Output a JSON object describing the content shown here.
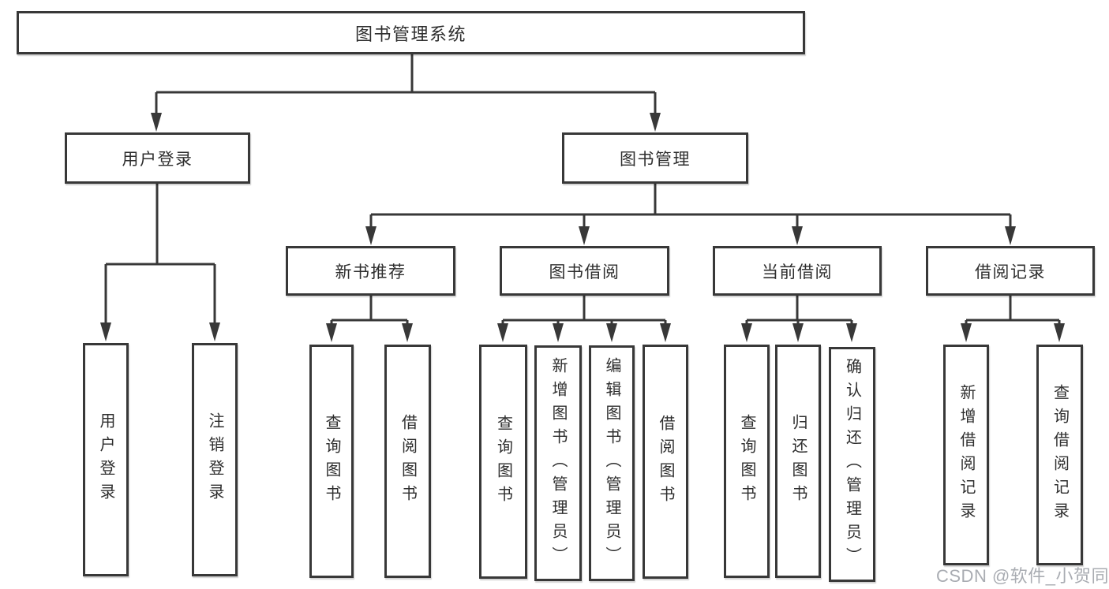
{
  "colors": {
    "line": "#383838",
    "box_border": "#383838",
    "text": "#2e2e2e",
    "background": "#ffffff",
    "watermark": "#a9acb2"
  },
  "watermark": {
    "text": "CSDN @软件_小贺同学"
  },
  "tree": {
    "root": {
      "label": "图书管理系统"
    },
    "branches": [
      {
        "label": "用户登录",
        "children": [
          {
            "label": "用户登录"
          },
          {
            "label": "注销登录"
          }
        ]
      },
      {
        "label": "图书管理",
        "children": [
          {
            "label": "新书推荐",
            "children": [
              {
                "label": "查询图书"
              },
              {
                "label": "借阅图书"
              }
            ]
          },
          {
            "label": "图书借阅",
            "children": [
              {
                "label": "查询图书"
              },
              {
                "label": "新增图书（管理员）"
              },
              {
                "label": "编辑图书（管理员）"
              },
              {
                "label": "借阅图书"
              }
            ]
          },
          {
            "label": "当前借阅",
            "children": [
              {
                "label": "查询图书"
              },
              {
                "label": "归还图书"
              },
              {
                "label": "确认归还（管理员）"
              }
            ]
          },
          {
            "label": "借阅记录",
            "children": [
              {
                "label": "新增借阅记录"
              },
              {
                "label": "查询借阅记录"
              }
            ]
          }
        ]
      }
    ]
  }
}
